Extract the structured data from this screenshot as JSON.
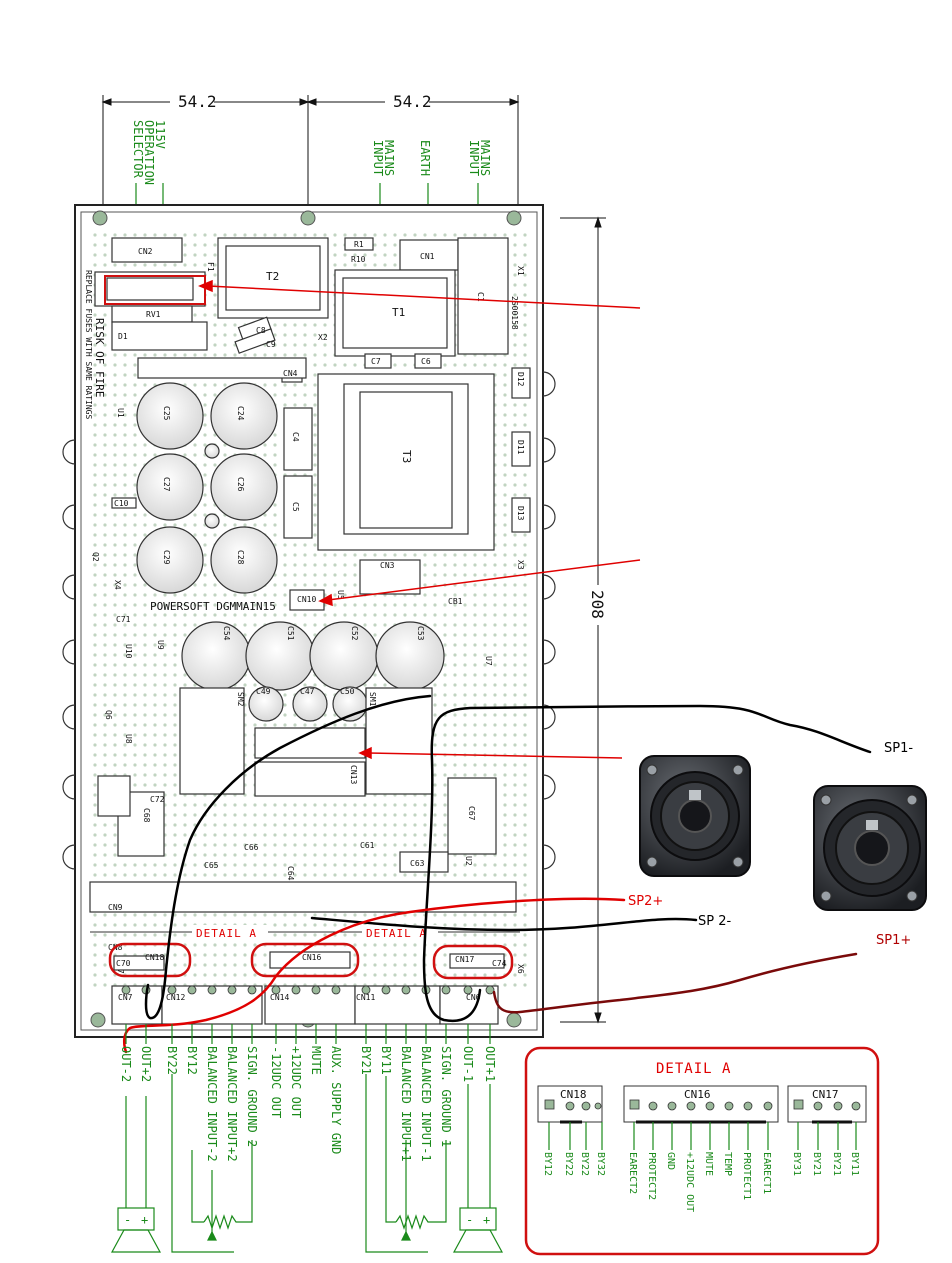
{
  "dimensions": {
    "top_left": "54.2",
    "top_right": "54.2",
    "height": "208"
  },
  "top_labels": {
    "operation_selector": [
      "115V",
      "OPERATION",
      "SELECTOR"
    ],
    "mains_input_left": [
      "MAINS",
      "INPUT"
    ],
    "earth": "EARTH",
    "mains_input_right": [
      "MAINS",
      "INPUT"
    ]
  },
  "board": {
    "name": "POWERSOFT  DGMMAIN15",
    "warning": "RISK OF FIRE",
    "warning_sub": "REPLACE FUSES WITH SAME RATINGS",
    "fuse": "F1",
    "components": {
      "cn2": "CN2",
      "cn1": "CN1",
      "r1": "R1",
      "r10": "R10",
      "t2": "T2",
      "t1": "T1",
      "c1": "C1",
      "part_code": "2S00158",
      "x1": "X1",
      "rv1": "RV1",
      "d1": "D1",
      "c8": "C8",
      "c9": "C9",
      "x2": "X2",
      "c7": "C7",
      "c6": "C6",
      "cn4": "CN4",
      "d12": "D12",
      "c25": "C25",
      "c24": "C24",
      "c4": "C4",
      "t3": "T3",
      "d11": "D11",
      "c27": "C27",
      "c26": "C26",
      "c5": "C5",
      "d13": "D13",
      "c29": "C29",
      "c28": "C28",
      "c10": "C10",
      "u1": "U1",
      "q2": "Q2",
      "x4": "X4",
      "x3": "X3",
      "cn10": "CN10",
      "u5": "U5",
      "cb1": "CB1",
      "c54": "C54",
      "c51": "C51",
      "c52": "C52",
      "c53": "C53",
      "c71": "C71",
      "u10": "U10",
      "u9": "U9",
      "u7": "U7",
      "c49": "C49",
      "c47": "C47",
      "c50": "C50",
      "sm2": "SM2",
      "sm1": "SM1",
      "q6": "Q6",
      "u8": "U8",
      "cn13": "CN13",
      "c72": "C72",
      "c68": "C68",
      "c67": "C67",
      "c65": "C65",
      "c66": "C66",
      "c64": "C64",
      "c61": "C61",
      "c63": "C63",
      "u2": "U2",
      "cn9": "CN9",
      "cn8": "CN8",
      "c70": "C70",
      "cn18": "CN18",
      "cn16": "CN16",
      "cn17": "CN17",
      "c74": "C74",
      "x6": "X6",
      "x7": "X7",
      "cn7": "CN7",
      "cn12": "CN12",
      "cn14": "CN14",
      "cn11": "CN11",
      "cn3": "CN3",
      "detail_left": "DETAIL A",
      "detail_right": "DETAIL A"
    }
  },
  "bottom_labels": [
    "OUT-2",
    "OUT+2",
    "BY22",
    "BY12",
    "BALANCED INPUT-2",
    "BALANCED INPUT+2",
    "SIGN. GROUND 2",
    "-12UDC OUT",
    "+12UDC OUT",
    "MUTE",
    "AUX. SUPPLY GND",
    "BY21",
    "BY11",
    "BALANCED INPUT+1",
    "BALANCED INPUT-1",
    "SIGN. GROUND 1",
    "OUT-1",
    "OUT+1"
  ],
  "detail_box": {
    "title": "DETAIL A",
    "connectors": [
      {
        "name": "CN18",
        "pins": [
          "BY12",
          "BY22",
          "BY22",
          "BY32"
        ]
      },
      {
        "name": "CN16",
        "pins": [
          "EARECT2",
          "PROTECT2",
          "GND",
          "+12UDC OUT",
          "MUTE",
          "TEMP",
          "PROTECT1",
          "EARECT1"
        ]
      },
      {
        "name": "CN17",
        "pins": [
          "BY31",
          "BY21",
          "BY21",
          "BY11"
        ]
      }
    ]
  },
  "annotations": {
    "sp1_minus": "SP1-",
    "sp2_plus": "SP2+",
    "sp2_minus": "SP 2-",
    "sp1_plus": "SP1+"
  },
  "colors": {
    "annotation_red": "#e00000",
    "wire_black": "#000000",
    "wire_darkred": "#7a0a0a",
    "label_green": "#1a8a1a",
    "board_green": "#9ab89a"
  }
}
